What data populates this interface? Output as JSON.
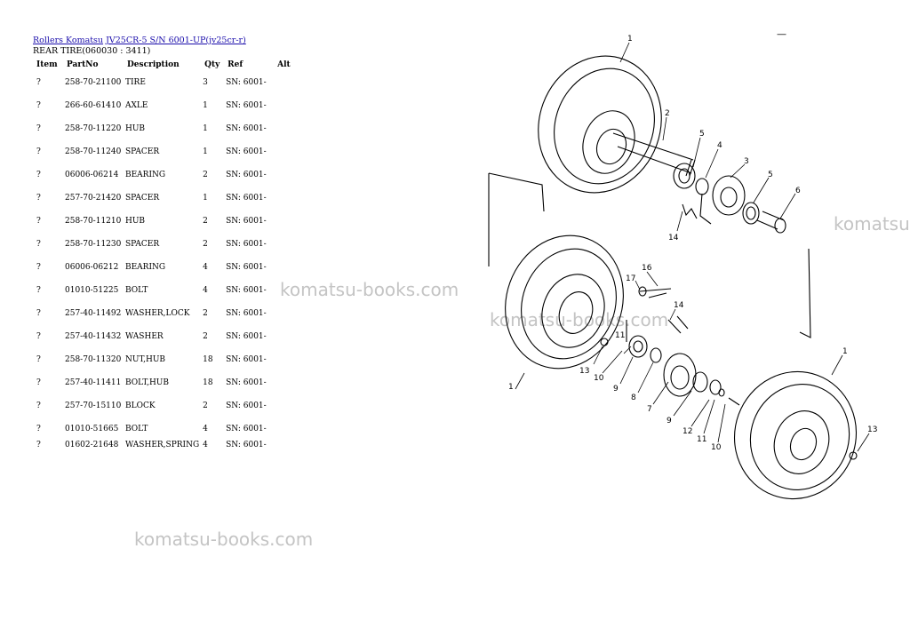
{
  "header": {
    "breadcrumb_rollers": "Rollers Komatsu",
    "breadcrumb_model": "JV25CR-5 S/N 6001-UP(jv25cr-r)",
    "subtitle": "REAR TIRE(060030 : 3411)",
    "corner_mark": "—"
  },
  "table": {
    "columns": [
      "Item",
      "PartNo",
      "Description",
      "Qty",
      "Ref",
      "Alt"
    ],
    "rows": [
      {
        "item": "?",
        "part": "258-70-21100",
        "desc": "TIRE",
        "qty": "3",
        "ref": "SN: 6001-"
      },
      {
        "item": "?",
        "part": "266-60-61410",
        "desc": "AXLE",
        "qty": "1",
        "ref": "SN: 6001-"
      },
      {
        "item": "?",
        "part": "258-70-11220",
        "desc": "HUB",
        "qty": "1",
        "ref": "SN: 6001-"
      },
      {
        "item": "?",
        "part": "258-70-11240",
        "desc": "SPACER",
        "qty": "1",
        "ref": "SN: 6001-"
      },
      {
        "item": "?",
        "part": "06006-06214",
        "desc": "BEARING",
        "qty": "2",
        "ref": "SN: 6001-"
      },
      {
        "item": "?",
        "part": "257-70-21420",
        "desc": "SPACER",
        "qty": "1",
        "ref": "SN: 6001-"
      },
      {
        "item": "?",
        "part": "258-70-11210",
        "desc": "HUB",
        "qty": "2",
        "ref": "SN: 6001-"
      },
      {
        "item": "?",
        "part": "258-70-11230",
        "desc": "SPACER",
        "qty": "2",
        "ref": "SN: 6001-"
      },
      {
        "item": "?",
        "part": "06006-06212",
        "desc": "BEARING",
        "qty": "4",
        "ref": "SN: 6001-"
      },
      {
        "item": "?",
        "part": "01010-51225",
        "desc": "BOLT",
        "qty": "4",
        "ref": "SN: 6001-"
      },
      {
        "item": "?",
        "part": "257-40-11492",
        "desc": "WASHER,LOCK",
        "qty": "2",
        "ref": "SN: 6001-"
      },
      {
        "item": "?",
        "part": "257-40-11432",
        "desc": "WASHER",
        "qty": "2",
        "ref": "SN: 6001-"
      },
      {
        "item": "?",
        "part": "258-70-11320",
        "desc": "NUT,HUB",
        "qty": "18",
        "ref": "SN: 6001-"
      },
      {
        "item": "?",
        "part": "257-40-11411",
        "desc": "BOLT,HUB",
        "qty": "18",
        "ref": "SN: 6001-"
      },
      {
        "item": "?",
        "part": "257-70-15110",
        "desc": "BLOCK",
        "qty": "2",
        "ref": "SN: 6001-"
      },
      {
        "item": "?",
        "part": "01010-51665",
        "desc": "BOLT",
        "qty": "4",
        "ref": "SN: 6001-"
      },
      {
        "item": "?",
        "part": "01602-21648",
        "desc": "WASHER,SPRING",
        "qty": "4",
        "ref": "SN: 6001-"
      }
    ]
  },
  "watermarks": {
    "w1": "komatsu-books.com",
    "w2": "komatsu-books.com",
    "w3": "komatsu-books.com",
    "w4": "komatsu"
  },
  "diagram": {
    "callouts": [
      "1",
      "2",
      "5",
      "4",
      "3",
      "5",
      "6",
      "14",
      "16",
      "17",
      "14",
      "11",
      "13",
      "10",
      "9",
      "8",
      "7",
      "9",
      "12",
      "11",
      "10",
      "1",
      "1",
      "13"
    ]
  }
}
